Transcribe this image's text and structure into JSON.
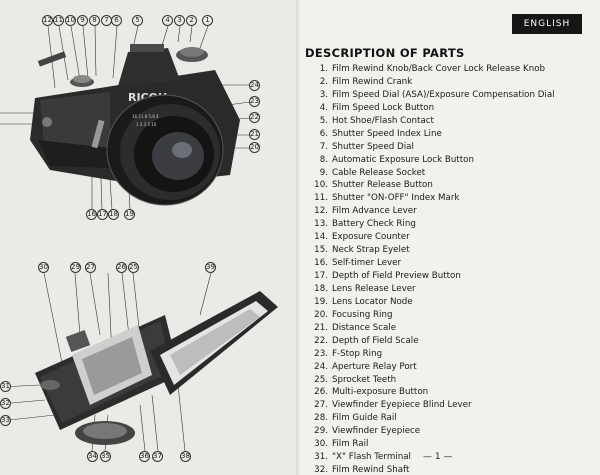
{
  "left_page": {
    "camera_brand": "RICOH",
    "top_callouts": [
      "12",
      "11",
      "10",
      "9",
      "8",
      "7",
      "6",
      "5",
      "4",
      "3",
      "2",
      "1"
    ],
    "right_callouts": [
      "24",
      "23",
      "22",
      "21",
      "20"
    ],
    "bottom_callouts": [
      "16",
      "17",
      "18",
      "19"
    ],
    "back_top_callouts": [
      "30",
      "29",
      "27",
      "26",
      "25",
      "39"
    ],
    "back_left_callouts": [
      "31",
      "32",
      "33"
    ],
    "back_bottom_callouts": [
      "34",
      "35",
      "36",
      "37",
      "38"
    ]
  },
  "right_page": {
    "language_tab": "ENGLISH",
    "title": "DESCRIPTION OF PARTS",
    "parts": [
      {
        "num": "1.",
        "name": "Film Rewind Knob/Back Cover Lock Release Knob"
      },
      {
        "num": "2.",
        "name": "Film Rewind Crank"
      },
      {
        "num": "3.",
        "name": "Film Speed Dial (ASA)/Exposure Compensation Dial"
      },
      {
        "num": "4.",
        "name": "Film Speed Lock Button"
      },
      {
        "num": "5.",
        "name": "Hot Shoe/Flash Contact"
      },
      {
        "num": "6.",
        "name": "Shutter Speed Index Line"
      },
      {
        "num": "7.",
        "name": "Shutter Speed Dial"
      },
      {
        "num": "8.",
        "name": "Automatic Exposure Lock Button"
      },
      {
        "num": "9.",
        "name": "Cable Release Socket"
      },
      {
        "num": "10.",
        "name": "Shutter Release Button"
      },
      {
        "num": "11.",
        "name": "Shutter \"ON-OFF\" Index Mark"
      },
      {
        "num": "12.",
        "name": "Film Advance Lever"
      },
      {
        "num": "13.",
        "name": "Battery Check Ring"
      },
      {
        "num": "14.",
        "name": "Exposure Counter"
      },
      {
        "num": "15.",
        "name": "Neck Strap Eyelet"
      },
      {
        "num": "16.",
        "name": "Self-timer Lever"
      },
      {
        "num": "17.",
        "name": "Depth of Field Preview Button"
      },
      {
        "num": "18.",
        "name": "Lens Release Lever"
      },
      {
        "num": "19.",
        "name": "Lens Locator Node"
      },
      {
        "num": "20.",
        "name": "Focusing Ring"
      },
      {
        "num": "21.",
        "name": "Distance Scale"
      },
      {
        "num": "22.",
        "name": "Depth of Field Scale"
      },
      {
        "num": "23.",
        "name": "F-Stop Ring"
      },
      {
        "num": "24.",
        "name": "Aperture Relay Port"
      },
      {
        "num": "25.",
        "name": "Sprocket Teeth"
      },
      {
        "num": "26.",
        "name": "Multi-exposure Button"
      },
      {
        "num": "27.",
        "name": "Viewfinder Eyepiece Blind Lever"
      },
      {
        "num": "28.",
        "name": "Film Guide Rail"
      },
      {
        "num": "29.",
        "name": "Viewfinder Eyepiece"
      },
      {
        "num": "30.",
        "name": "Film Rail"
      },
      {
        "num": "31.",
        "name": "\"X\" Flash Terminal"
      },
      {
        "num": "32.",
        "name": "Film Rewind Shaft"
      }
    ],
    "page_number": "— 1 —"
  }
}
